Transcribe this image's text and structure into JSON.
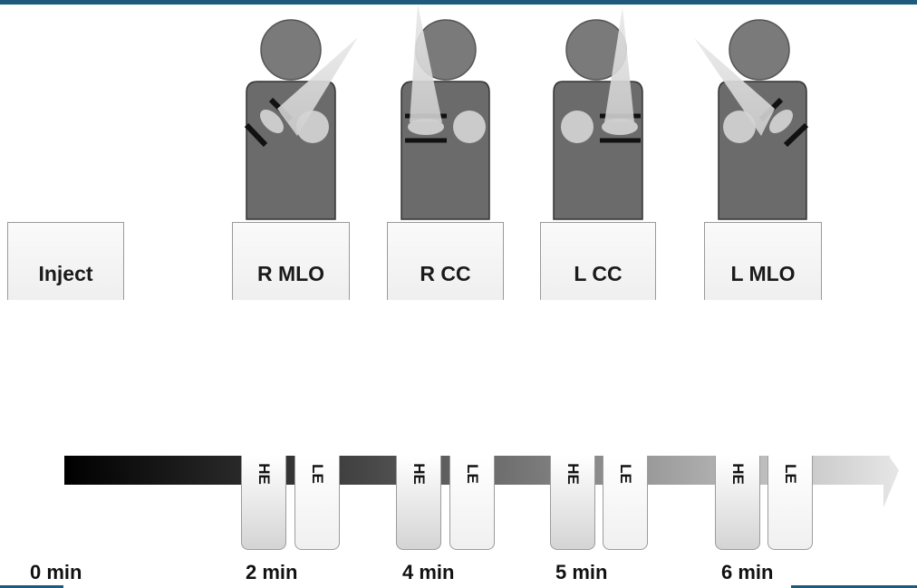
{
  "colors": {
    "frame": "#1e5a7e",
    "body": "#6b6b6b",
    "head": "#7a7a7a",
    "breast": "#c9c9c9",
    "paddle": "#1a1a1a",
    "beam": "#dcdcdc"
  },
  "steps": [
    {
      "label": "Inject",
      "time": "0 min"
    },
    {
      "label": "R MLO",
      "time": "2 min",
      "breast_side": "right",
      "view": "MLO"
    },
    {
      "label": "R CC",
      "time": "4 min",
      "breast_side": "right",
      "view": "CC"
    },
    {
      "label": "L CC",
      "time": "5 min",
      "breast_side": "left",
      "view": "CC"
    },
    {
      "label": "L MLO",
      "time": "6 min",
      "breast_side": "left",
      "view": "MLO"
    }
  ],
  "exposure_tabs": {
    "high_energy": "HE",
    "low_energy": "LE"
  }
}
